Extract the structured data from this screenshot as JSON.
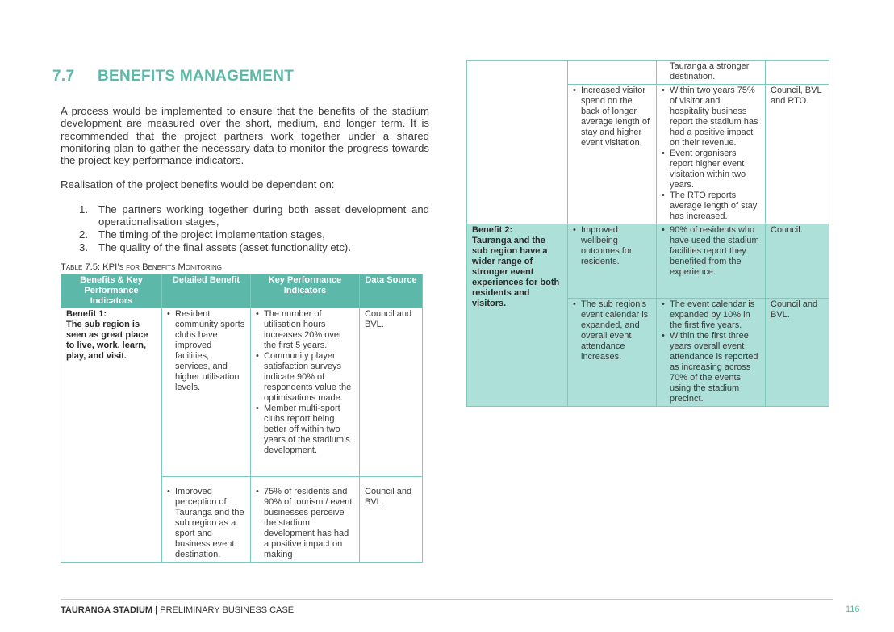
{
  "section": {
    "number": "7.7",
    "title": "BENEFITS MANAGEMENT"
  },
  "intro": "A process would be implemented to ensure that the benefits of the stadium development are measured over the short, medium, and longer term. It is recommended that the project partners work together under a shared monitoring plan to gather the necessary data to monitor the progress towards the project key performance indicators.",
  "dependency_intro": "Realisation of the project benefits would be dependent on:",
  "dependencies": [
    {
      "n": "1.",
      "text": "The partners working together during both asset development and operationalisation stages,"
    },
    {
      "n": "2.",
      "text": "The timing of the project implementation stages,"
    },
    {
      "n": "3.",
      "text": "The quality of the final assets (asset functionality etc)."
    }
  ],
  "table_caption": "Table 7.5: KPI’s for Benefits Monitoring",
  "table_headers": [
    "Benefits & Key Performance Indicators",
    "Detailed Benefit",
    "Key Performance Indicators",
    "Data Source"
  ],
  "table_left": {
    "benefit1_title": "Benefit 1:",
    "benefit1_desc": "The sub region is seen as great place to live, work, learn, play, and visit.",
    "row1": {
      "detail": "Resident community sports clubs have improved facilities, services, and higher utilisation levels.",
      "kpis": [
        "The number of utilisation hours increases 20% over the first 5 years.",
        "Community player satisfaction surveys indicate 90% of respondents value the optimisations made.",
        "Member multi-sport clubs report being better off within two years of the stadium’s development."
      ],
      "source": "Council and BVL."
    },
    "row2": {
      "detail": "Improved perception of Tauranga and the sub region as a sport and business event destination.",
      "kpis": [
        "75% of residents and 90% of tourism / event businesses perceive the stadium development has had a positive impact on making"
      ],
      "source": "Council and BVL."
    }
  },
  "table_right": {
    "row0": {
      "kpi_continuation": "Tauranga a stronger destination."
    },
    "row1": {
      "detail": "Increased visitor spend on the back of longer average length of stay and higher event visitation.",
      "kpis": [
        "Within two years 75% of visitor and hospitality business report the stadium has had a positive impact on their revenue.",
        "Event organisers report higher event visitation within two years.",
        "The RTO reports average length of stay has increased."
      ],
      "source": "Council, BVL and RTO."
    },
    "benefit2_title": "Benefit 2:",
    "benefit2_desc": "Tauranga and the sub region have a wider range of stronger event experiences for both residents and visitors.",
    "row2": {
      "detail": "Improved wellbeing outcomes for residents.",
      "kpis": [
        "90% of residents who have used the stadium facilities report they benefited from the experience."
      ],
      "source": "Council."
    },
    "row3": {
      "detail": "The sub region’s event calendar is expanded, and overall event attendance increases.",
      "kpis": [
        "The event calendar is expanded by 10% in the first five years.",
        "Within the first three years overall event attendance is reported as increasing across 70% of the events using the stadium precinct."
      ],
      "source": "Council and BVL."
    }
  },
  "footer": {
    "doc_name": "TAURANGA STADIUM |",
    "doc_sub": "PRELIMINARY BUSINESS CASE",
    "page": "116"
  },
  "colors": {
    "accent": "#5cb8a8",
    "shade": "#ade0d8"
  }
}
